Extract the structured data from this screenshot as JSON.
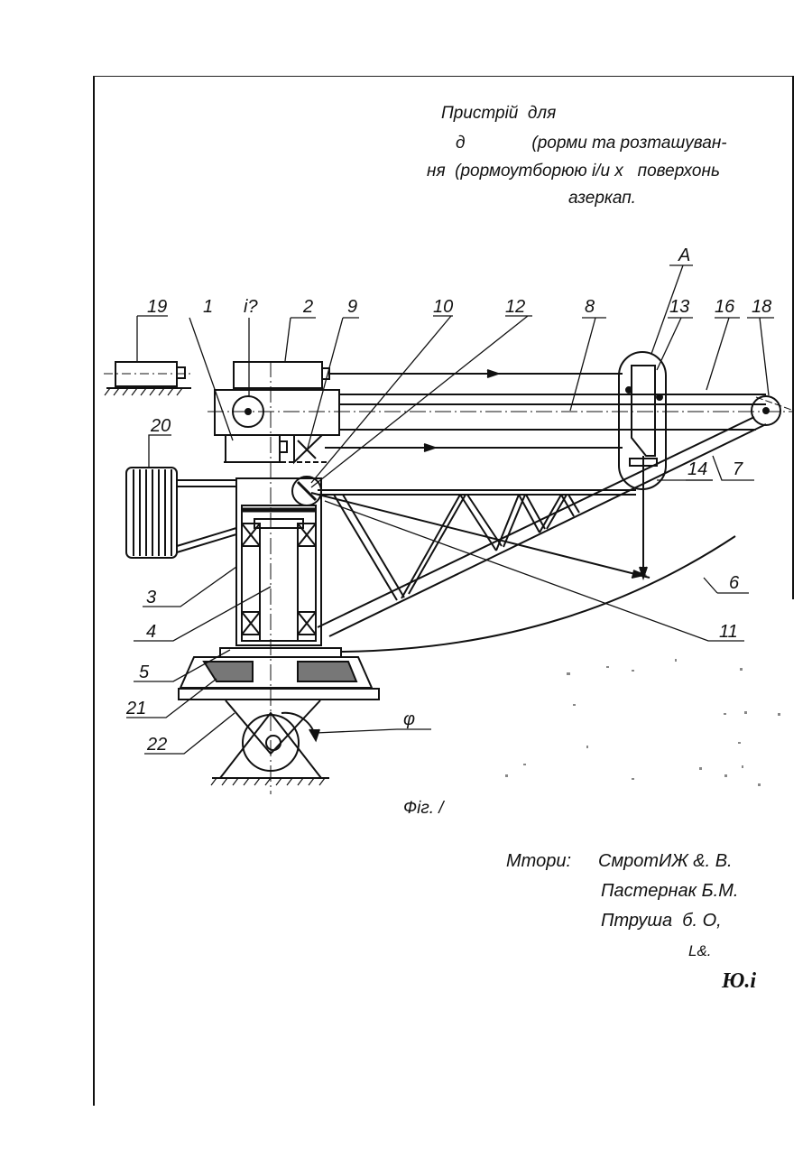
{
  "title_lines": [
    "Пристрій  для",
    "д              (рорми та розташуван-",
    "ня  (рормоутборюю і/и х   поверхонь",
    "азеркап."
  ],
  "labels": {
    "l19": "19",
    "l1": "1",
    "l17": "і?",
    "l2": "2",
    "l9": "9",
    "l10": "10",
    "l12": "12",
    "l8": "8",
    "lA": "А",
    "l13": "13",
    "l16": "16",
    "l18": "18",
    "l20": "20",
    "l14": "14",
    "l7": "7",
    "l6": "6",
    "l3": "3",
    "l4": "4",
    "l11": "11",
    "l5": "5",
    "l21": "21",
    "l22": "22",
    "lphi": "φ"
  },
  "caption": "Фіг. /",
  "authors": {
    "prefix": "Мтори:",
    "names": [
      "СмротИЖ &. В.",
      "Пастернак Б.М.",
      "Птруша  б. О,",
      "L&."
    ],
    "mark": "Ю.і"
  }
}
